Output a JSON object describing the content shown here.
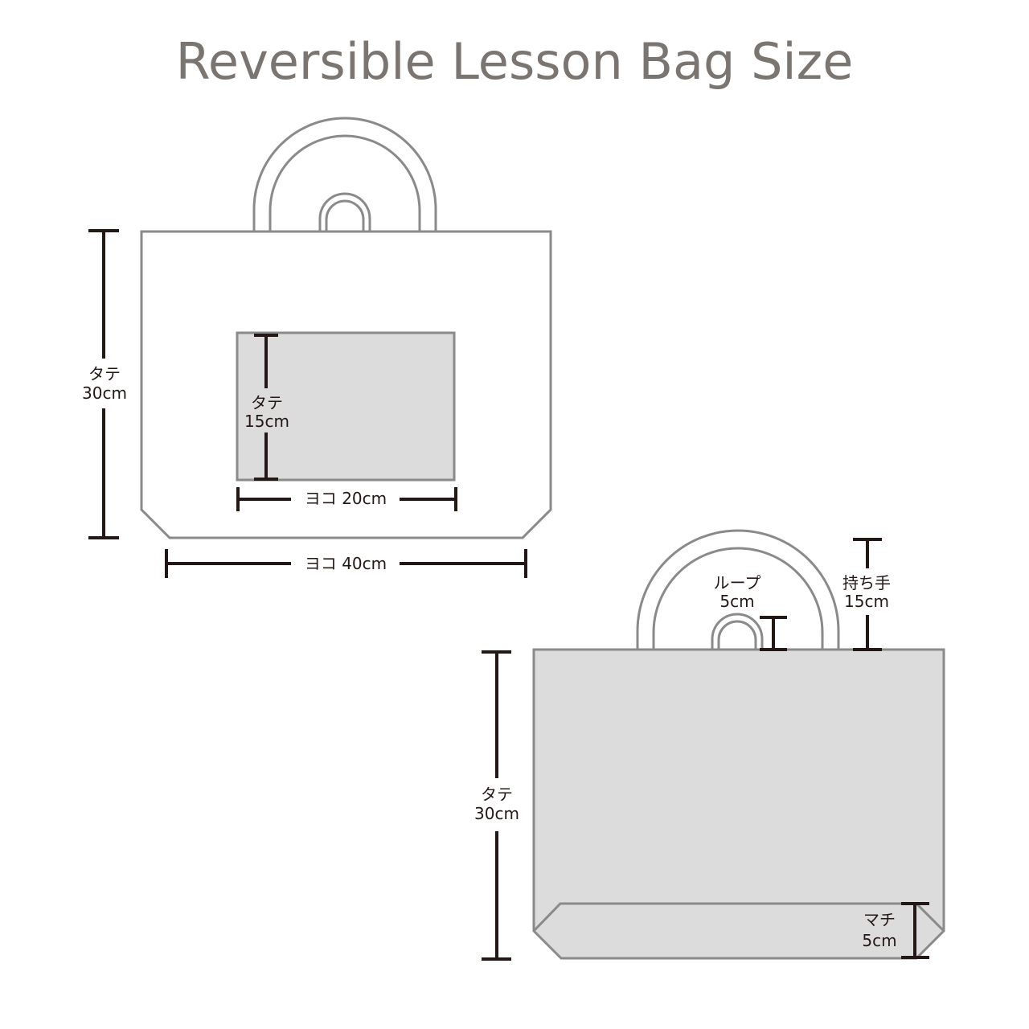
{
  "title": "Reversible Lesson Bag Size",
  "colors": {
    "outline": "#8a8a8a",
    "fill_grey": "#dcdcdc",
    "dimension": "#231815",
    "title": "#7a7570"
  },
  "front_view": {
    "height_label_1": "タテ",
    "height_label_2": "30cm",
    "width_label": "ヨコ 40cm",
    "pocket": {
      "height_label_1": "タテ",
      "height_label_2": "15cm",
      "width_label": "ヨコ 20cm"
    }
  },
  "side_view": {
    "height_label_1": "タテ",
    "height_label_2": "30cm",
    "loop_label_1": "ループ",
    "loop_label_2": "5cm",
    "handle_label_1": "持ち手",
    "handle_label_2": "15cm",
    "gusset_label_1": "マチ",
    "gusset_label_2": "5cm"
  }
}
